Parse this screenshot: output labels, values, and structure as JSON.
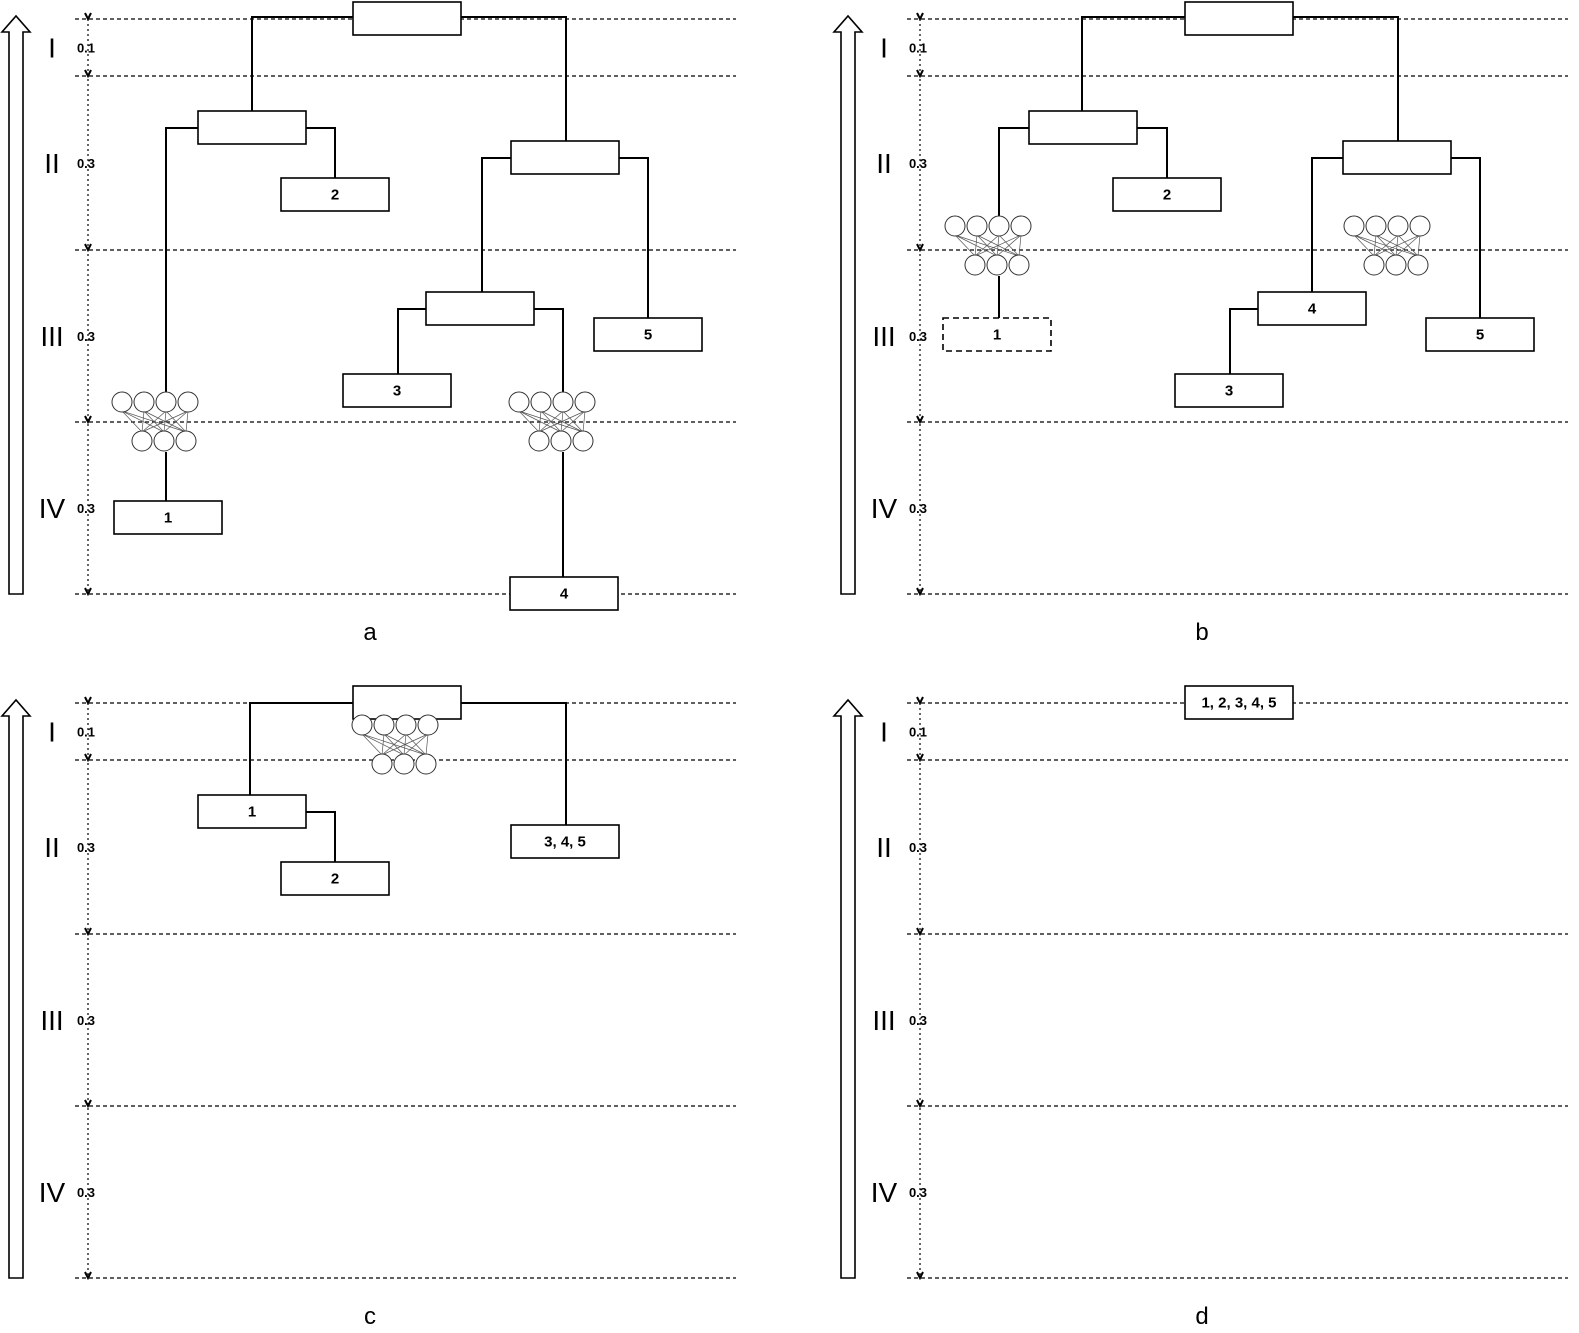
{
  "levels": [
    {
      "roman": "I",
      "fraction": "0.1"
    },
    {
      "roman": "II",
      "fraction": "0.3"
    },
    {
      "roman": "III",
      "fraction": "0.3"
    },
    {
      "roman": "IV",
      "fraction": "0.3"
    }
  ],
  "panels": [
    {
      "caption": "a",
      "boxes": [
        {
          "label": "",
          "style": "solid"
        },
        {
          "label": "",
          "style": "solid"
        },
        {
          "label": "",
          "style": "solid"
        },
        {
          "label": "2",
          "style": "solid"
        },
        {
          "label": "",
          "style": "solid"
        },
        {
          "label": "3",
          "style": "solid"
        },
        {
          "label": "5",
          "style": "solid"
        },
        {
          "label": "1",
          "style": "solid"
        },
        {
          "label": "4",
          "style": "solid"
        }
      ],
      "networks": 2
    },
    {
      "caption": "b",
      "boxes": [
        {
          "label": "",
          "style": "solid"
        },
        {
          "label": "",
          "style": "solid"
        },
        {
          "label": "2",
          "style": "solid"
        },
        {
          "label": "",
          "style": "solid"
        },
        {
          "label": "4",
          "style": "solid"
        },
        {
          "label": "5",
          "style": "solid"
        },
        {
          "label": "1",
          "style": "dashed"
        },
        {
          "label": "3",
          "style": "solid"
        }
      ],
      "networks": 2
    },
    {
      "caption": "c",
      "boxes": [
        {
          "label": "",
          "style": "solid"
        },
        {
          "label": "1",
          "style": "solid"
        },
        {
          "label": "2",
          "style": "solid"
        },
        {
          "label": "3, 4, 5",
          "style": "solid"
        }
      ],
      "networks": 1
    },
    {
      "caption": "d",
      "boxes": [
        {
          "label": "1, 2, 3, 4, 5",
          "style": "solid"
        }
      ],
      "networks": 0
    }
  ]
}
